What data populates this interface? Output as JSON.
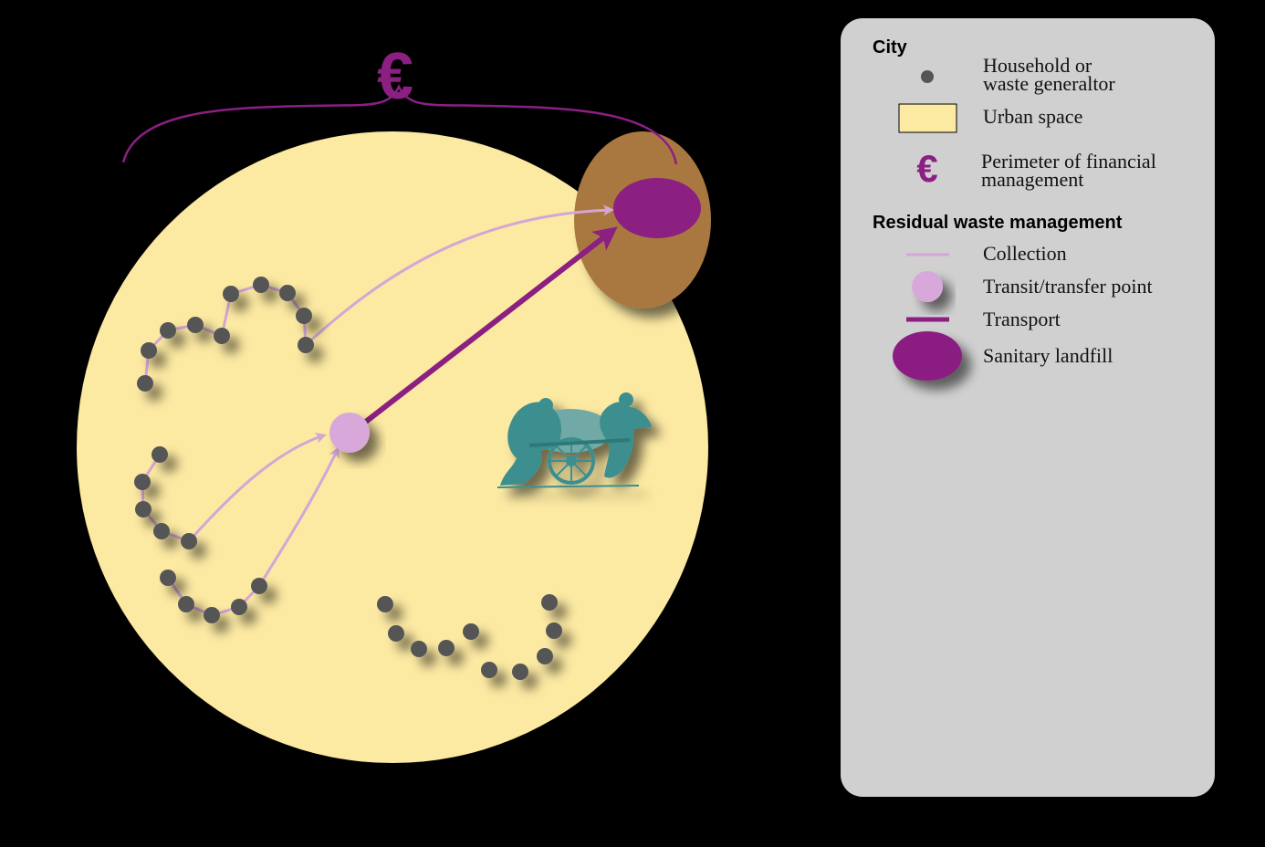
{
  "diagram": {
    "currency_symbol": "€",
    "colors": {
      "background": "#000000",
      "urban_space": "#FCE9A2",
      "household": "#555555",
      "collection": "#D3A6D6",
      "transit_point": "#D8A8DA",
      "transport": "#8B1F82",
      "landfill": "#8B1F82",
      "landfill_zone": "#A97840",
      "financial_perimeter": "#8B1F82",
      "legend_panel": "#D0D0D0",
      "cart_illustration": "#3E8E8E"
    },
    "icons": [
      "household-dot",
      "transit-point",
      "sanitary-landfill",
      "waste-cart-illustration",
      "euro-symbol"
    ]
  },
  "legend": {
    "city_heading": "City",
    "household_line1": "Household or",
    "household_line2": "waste generaltor",
    "urban_space": "Urban space",
    "perimeter_line1": "Perimeter of financial",
    "perimeter_line2": "management",
    "perimeter_symbol": "€",
    "residual_heading": "Residual waste management",
    "collection": "Collection",
    "transit": "Transit/transfer point",
    "transport": "Transport",
    "landfill": "Sanitary landfill"
  }
}
